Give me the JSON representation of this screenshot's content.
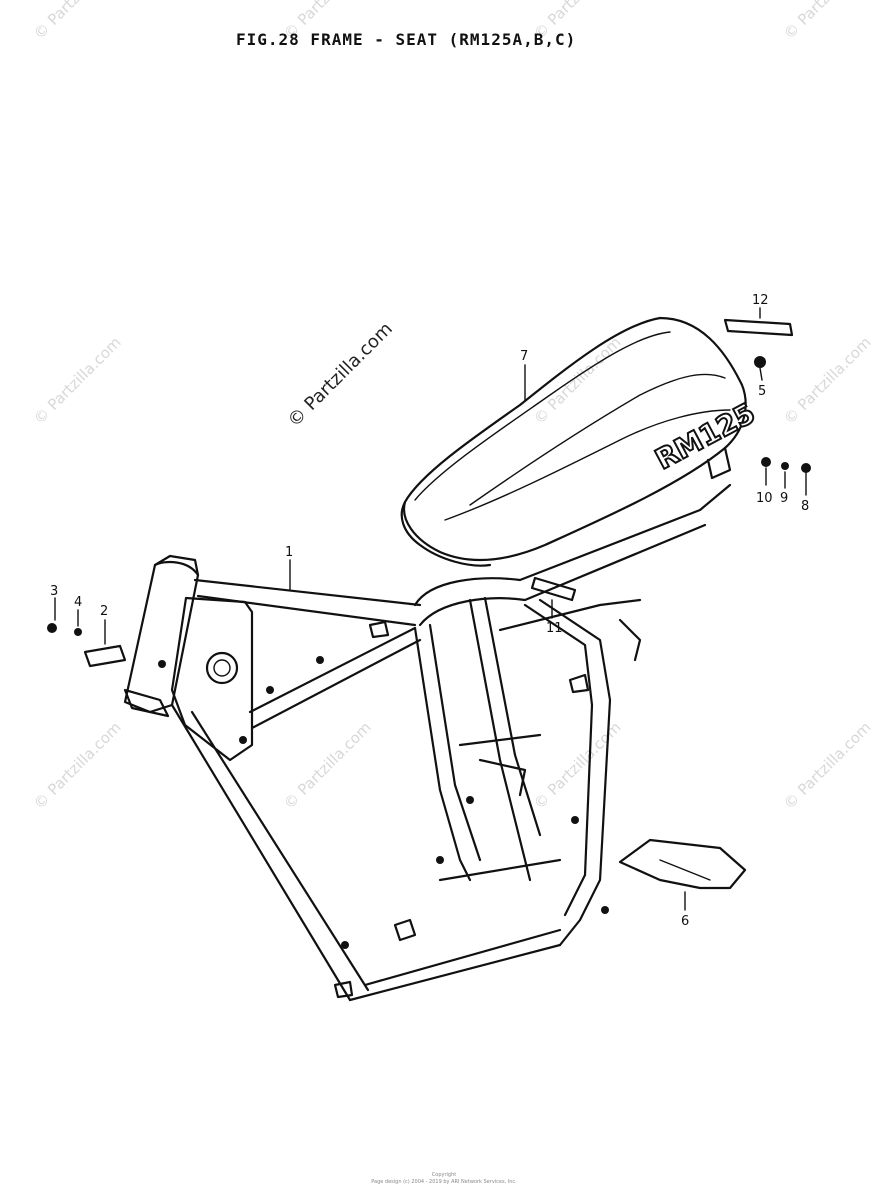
{
  "title": "FIG.28  FRAME - SEAT (RM125A,B,C)",
  "watermark": "© Partzilla.com",
  "seat_logo": "RM125",
  "callouts": [
    "1",
    "2",
    "3",
    "4",
    "5",
    "6",
    "7",
    "8",
    "9",
    "10",
    "11",
    "12"
  ],
  "footer": {
    "line1": "Copyright",
    "line2": "Page design (c) 2004 - 2019 by ARI Network Services, Inc."
  },
  "colors": {
    "ink": "#111111",
    "watermark": "#d8d8d8",
    "background": "#ffffff"
  }
}
